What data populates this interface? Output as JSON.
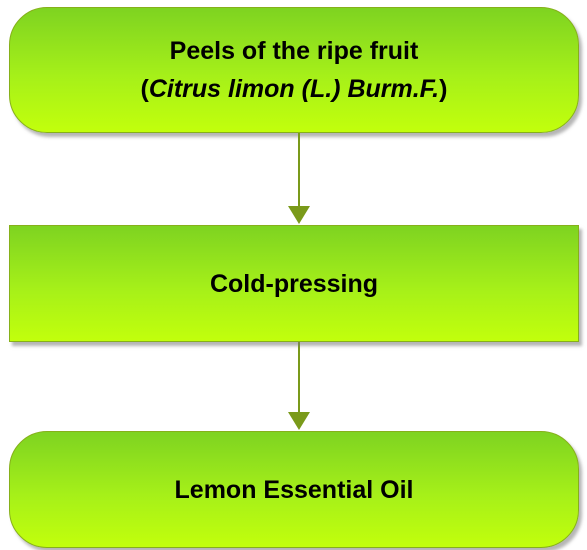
{
  "nodes": {
    "top": {
      "line1": "Peels of the ripe fruit",
      "line2_open": "(",
      "line2_italic": "Citrus limon (L.) Burm.F.",
      "line2_close": ")"
    },
    "middle": {
      "label": "Cold-pressing"
    },
    "bottom": {
      "label": "Lemon Essential Oil"
    }
  },
  "colors": {
    "fill_top": "#7ed321",
    "fill_bottom": "#c2ff0c",
    "border": "#86b01a",
    "arrow": "#7a9a1a"
  }
}
